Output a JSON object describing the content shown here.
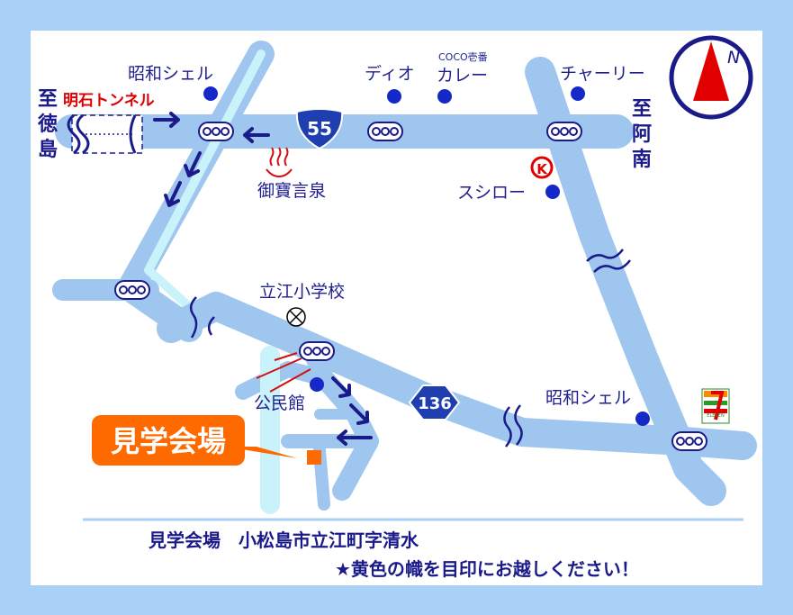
{
  "colors": {
    "frame": "#a9d0f5",
    "paper": "#ffffff",
    "road": "#9ec6ee",
    "road_light": "#c9f2fb",
    "text": "#1f1f8f",
    "poi_dot": "#1429c8",
    "tunnel_red": "#e00000",
    "venue_orange": "#ff6a00",
    "route_shield": "#1f3fb0"
  },
  "directions": {
    "to_tokushima": [
      "至",
      "徳",
      "島"
    ],
    "to_anan": [
      "至",
      "阿",
      "南"
    ]
  },
  "tunnel_label": "明石トンネル",
  "route_shields": {
    "r55": "55",
    "r136": "136"
  },
  "pois": {
    "showa_shell_nw": "昭和シェル",
    "dio": "ディオ",
    "coco_small": "COCO壱番",
    "coco_curry": "カレー",
    "charly": "チャーリー",
    "onsen": "御寶言泉",
    "sushiro": "スシロー",
    "school": "立江小学校",
    "kominkan": "公民館",
    "showa_shell_se": "昭和シェル",
    "seven_small": "ELEVEN"
  },
  "venue_label": "見学会場",
  "north": "N",
  "footer": {
    "address": "見学会場　小松島市立江町字清水",
    "note": "★黄色の幟を目印にお越しください！"
  }
}
